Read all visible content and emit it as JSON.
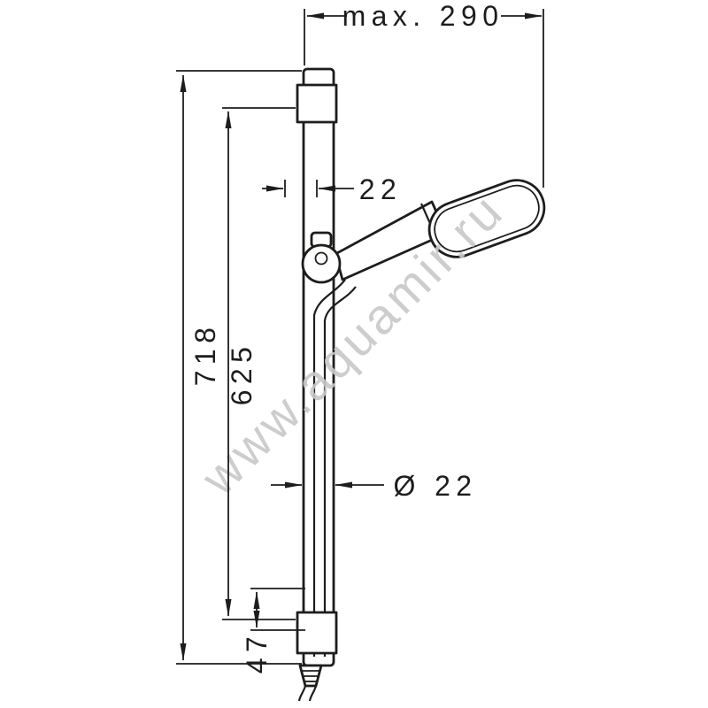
{
  "page": {
    "background": "#ffffff"
  },
  "colors": {
    "line": "#1d1d1b",
    "watermark": "#c8c8c8"
  },
  "watermark": {
    "text": "www.aquamir.ru"
  },
  "drawing": {
    "subject": "shower slide bar with hand shower, wall brackets and hose (dimension drawing)",
    "dimensions": {
      "max_width": "max. 290",
      "holder_offset": "22",
      "overall_height": "718",
      "bar_length": "625",
      "bar_diameter": "Ø 22",
      "bottom_offset": "47"
    }
  }
}
